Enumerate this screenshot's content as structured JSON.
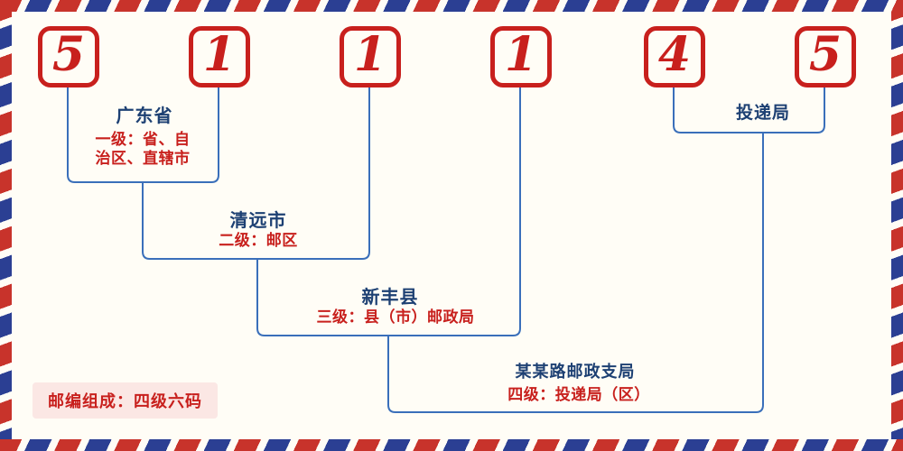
{
  "colors": {
    "page_bg": "#fffdf6",
    "stripe_red": "#c8332b",
    "stripe_blue": "#2b3f93",
    "digit_red": "#c8201d",
    "line_blue": "#3a6fba",
    "label_navy": "#1d4073",
    "desc_red": "#c8201d",
    "badge_bg": "#fbe7e4"
  },
  "postal_code": {
    "digits": [
      "5",
      "1",
      "1",
      "1",
      "4",
      "5"
    ]
  },
  "levels": [
    {
      "name": "广东省",
      "desc": "一级：省、自\n治区、直辖市"
    },
    {
      "name": "清远市",
      "desc": "二级：邮区"
    },
    {
      "name": "新丰县",
      "desc": "三级：县（市）邮政局"
    },
    {
      "name": "某某路邮政支局",
      "desc": "四级：投递局（区）"
    }
  ],
  "delivery": {
    "label": "投递局"
  },
  "footer": {
    "badge": "邮编组成：四级六码"
  }
}
